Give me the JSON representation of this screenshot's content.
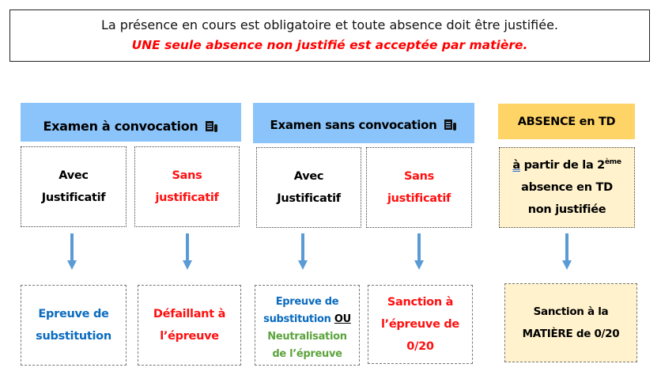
{
  "notice": {
    "line1": "La présence en cours est obligatoire et toute absence doit être justifiée.",
    "line2": "UNE seule absence non justifié est acceptée par matière."
  },
  "columns": {
    "exam_convocation": {
      "title": "Examen à convocation",
      "with": {
        "l1": "Avec",
        "l2": "Justificatif",
        "result": "Epreuve de substitution"
      },
      "without": {
        "l1": "Sans",
        "l2": "justificatif",
        "result1": "Défaillant à",
        "result2": "l’épreuve"
      }
    },
    "exam_sans": {
      "title": "Examen sans convocation",
      "with": {
        "l1": "Avec",
        "l2": "Justificatif",
        "r1": "Epreuve de",
        "r2": "substitution",
        "or": "OU",
        "r3": "Neutralisation",
        "r4": "de l’épreuve"
      },
      "without": {
        "l1": "Sans",
        "l2": "justificatif",
        "r1": "Sanction à",
        "r2": "l’épreuve de",
        "r3": "0/20"
      }
    },
    "td": {
      "title": "ABSENCE en TD",
      "cond_a": "à",
      "cond_b": " partir de la 2",
      "sup": "ème",
      "cond_l2": "absence en TD",
      "cond_l3": "non justifiée",
      "r1": "Sanction à la",
      "r2": "MATIÈRE de 0/20"
    }
  },
  "colors": {
    "header_blue": "#8BC4FA",
    "header_yellow": "#FFD466",
    "cream": "#FFF2CC",
    "arrow": "#5B9BD5",
    "red": "#ff1010"
  }
}
